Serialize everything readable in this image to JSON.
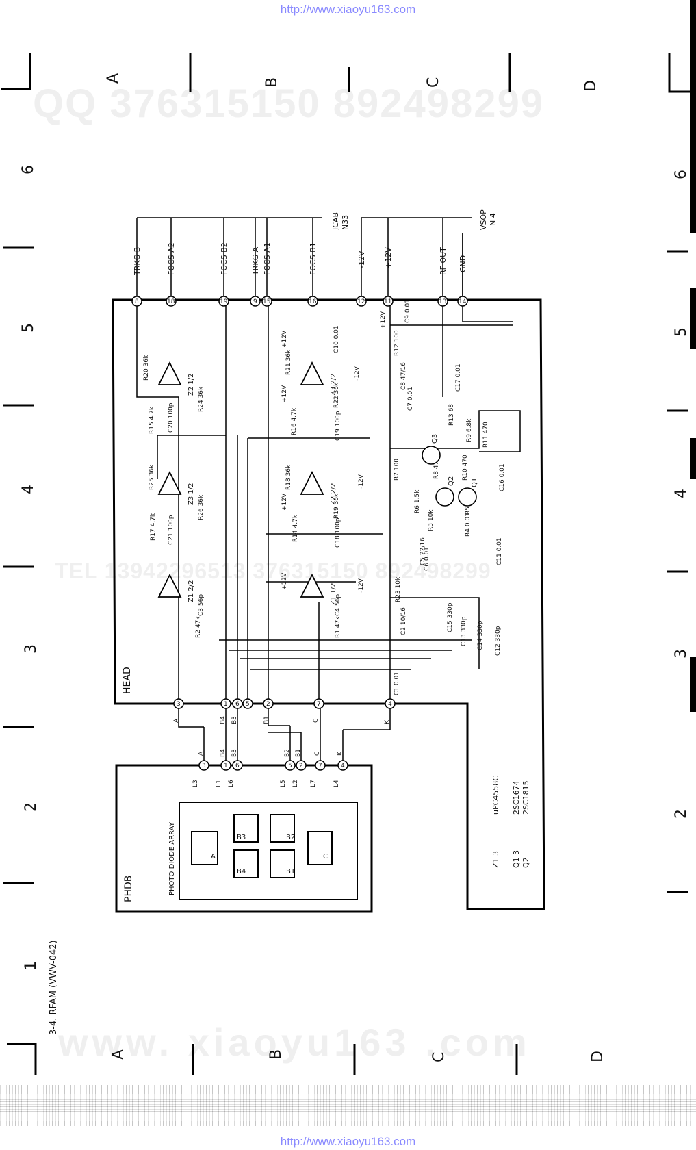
{
  "header_url": "http://www.xiaoyu163.com",
  "footer_url": "http://www.xiaoyu163.com",
  "watermarks": {
    "qq": "QQ 376315150   892498299",
    "www": "www. xiaoyu163 .com",
    "tel": "TEL 13942296513    376315150  892498299"
  },
  "diagram_title": "3-4. RFAM (VWV-042)",
  "grid": {
    "cols_top": [
      "A",
      "B",
      "C",
      "D"
    ],
    "cols_bottom": [
      "A",
      "B",
      "C",
      "D"
    ],
    "rows_left": [
      "6",
      "5",
      "4",
      "3",
      "2",
      "1"
    ],
    "rows_right": [
      "6",
      "5",
      "4",
      "3",
      "2"
    ]
  },
  "boards": {
    "head": "HEAD",
    "phdb": "PHDB",
    "photo_diode_array": "PHOTO DIODE ARRAY"
  },
  "connectors": {
    "jcab": "JCAB",
    "n33": "N33",
    "vsop": "VSOP",
    "n4": "N 4"
  },
  "signals": [
    "TRKG B",
    "FOCS A2",
    "FOCS B2",
    "TRKG A",
    "FOCS A1",
    "FOCS B1",
    "-12V",
    "+12V",
    "RF OUT",
    "GND"
  ],
  "head_pins_right": [
    "8",
    "18",
    "19",
    "9",
    "15",
    "16",
    "12",
    "11",
    "13",
    "14"
  ],
  "head_pins_left": [
    "3",
    "1",
    "6",
    "5",
    "2",
    "7",
    "4"
  ],
  "phdb_pins": [
    "3",
    "1",
    "6",
    "5",
    "2",
    "7",
    "4"
  ],
  "line_letters": [
    "A",
    "B4",
    "B3",
    "B1",
    "C",
    "K"
  ],
  "phdb_letters": [
    "A",
    "B4",
    "B3",
    "B2",
    "B1",
    "C",
    "K"
  ],
  "diode_labels": [
    "A",
    "B3",
    "B2",
    "B4",
    "B1",
    "C"
  ],
  "inductors": [
    "L3",
    "L1",
    "L6",
    "L5",
    "L2",
    "L7",
    "L4"
  ],
  "opamps": [
    "Z2 1/2",
    "Z3 2/2",
    "Z3 1/2",
    "Z2 2/2",
    "Z1 2/2",
    "Z1 1/2"
  ],
  "resistors": [
    "R20 36k",
    "R24 36k",
    "R15 4.7k",
    "R21 36k",
    "R22 36k",
    "R16 4.7k",
    "R25 36k",
    "R26 36k",
    "R17 4.7k",
    "R18 36k",
    "R19 36k",
    "R14 4.7k",
    "R2 47k",
    "R1 47k",
    "R12 100",
    "R13 68",
    "R9 6.8k",
    "R11 470",
    "R7 100",
    "R8 47",
    "R10 470",
    "R6 1.5k",
    "R3 10k",
    "R5 1.2k",
    "R4 0.01",
    "R23 10k"
  ],
  "capacitors": [
    "C20 100p",
    "C19 100p",
    "C21 100p",
    "C18 100p",
    "C3 56p",
    "C4 56p",
    "C9 0.01",
    "C10 0.01",
    "C8 47/16",
    "C7 0.01",
    "C17 0.01",
    "C16 0.01",
    "C5 22/16",
    "C6 0.01",
    "C11 0.01",
    "C2 10/16",
    "C15 330p",
    "C13 330p",
    "C14 330p",
    "C12 330p",
    "C1 0.01"
  ],
  "transistors": [
    "Q3",
    "Q2",
    "Q1"
  ],
  "supply_labels": [
    "+12V",
    "-12V"
  ],
  "parts_list": [
    {
      "ref": "Z1  3",
      "part": "uPC4558C"
    },
    {
      "ref": "Q1  3",
      "part": "2SC1674"
    },
    {
      "ref": "Q2",
      "part": "2SC1815"
    }
  ]
}
